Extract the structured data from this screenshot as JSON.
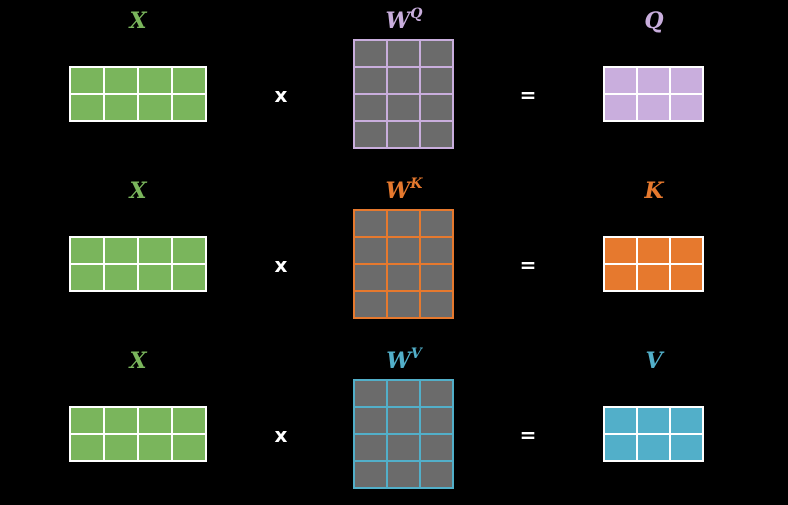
{
  "colors": {
    "background": "#000000",
    "x_color": "#7ab55c",
    "grid_line_white": "#ffffff",
    "weight_cell": "#6b6b6b",
    "q_color": "#c9aedd",
    "k_color": "#e6792e",
    "v_color": "#52afc9"
  },
  "operators": {
    "times": "x",
    "equals": "="
  },
  "rows": [
    {
      "x_label": "X",
      "w_label": "W",
      "w_superscript": "Q",
      "result_label": "Q",
      "accent": "#c9aedd"
    },
    {
      "x_label": "X",
      "w_label": "W",
      "w_superscript": "K",
      "result_label": "K",
      "accent": "#e6792e"
    },
    {
      "x_label": "X",
      "w_label": "W",
      "w_superscript": "V",
      "result_label": "V",
      "accent": "#52afc9"
    }
  ],
  "matrix_shapes": {
    "x": {
      "rows": 2,
      "cols": 4
    },
    "w": {
      "rows": 4,
      "cols": 3
    },
    "result": {
      "rows": 2,
      "cols": 3
    }
  }
}
